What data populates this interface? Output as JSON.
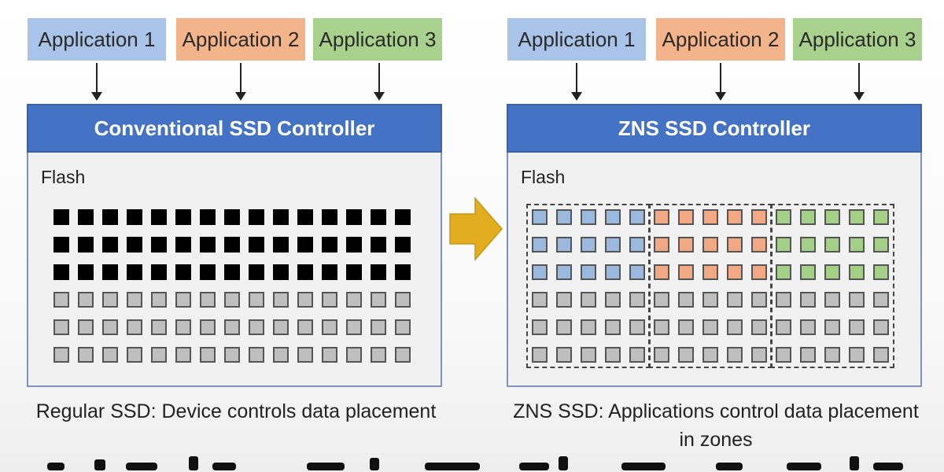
{
  "colors": {
    "app1": "#a9c4e8",
    "app2": "#f4b48b",
    "app3": "#a9d18e",
    "controller": "#4472c4",
    "cell_written": "#000000",
    "cell_empty": "#bfbfbf",
    "cell_blue": "#9bb9de",
    "cell_orange": "#f2a882",
    "cell_green": "#a3cf87",
    "arrow": "#e2ae1f"
  },
  "left": {
    "apps": [
      "Application 1",
      "Application 2",
      "Application 3"
    ],
    "controller_title": "Conventional SSD Controller",
    "flash_label": "Flash",
    "caption": "Regular SSD: Device controls data placement"
  },
  "right": {
    "apps": [
      "Application 1",
      "Application 2",
      "Application 3"
    ],
    "controller_title": "ZNS SSD Controller",
    "flash_label": "Flash",
    "caption": "ZNS SSD: Applications control data placement in zones"
  },
  "grid": {
    "rows": 6,
    "groups": 3,
    "cells_per_group": 5,
    "filled_rows": 3
  },
  "transition_arrow_icon": "right-arrow-icon"
}
